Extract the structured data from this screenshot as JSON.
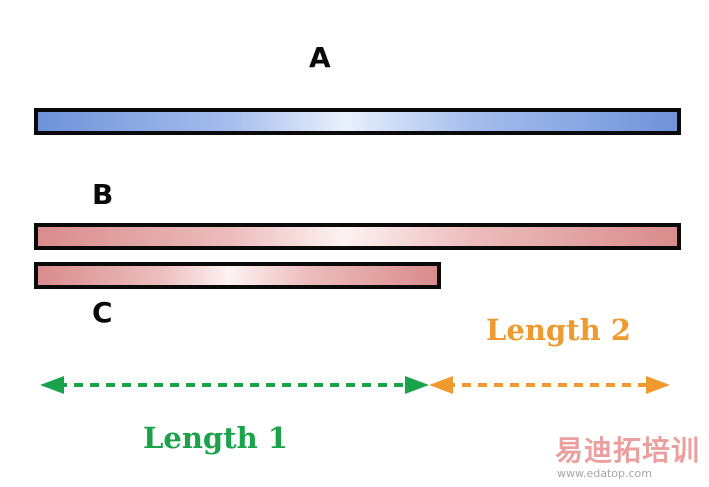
{
  "labels": {
    "bar_a": "A",
    "bar_b": "B",
    "bar_c": "C"
  },
  "lengths": {
    "length1": {
      "label": "Length 1",
      "color": "#1aa34a"
    },
    "length2": {
      "label": "Length 2",
      "color": "#ef9a2e"
    }
  },
  "colors": {
    "bar_a": "#6f93d9",
    "bar_b": "#d98c8c",
    "bar_c": "#d98c8c",
    "outline": "#0a0a0a"
  },
  "watermark": {
    "title": "易迪拓培训",
    "url": "www.edatop.com"
  }
}
